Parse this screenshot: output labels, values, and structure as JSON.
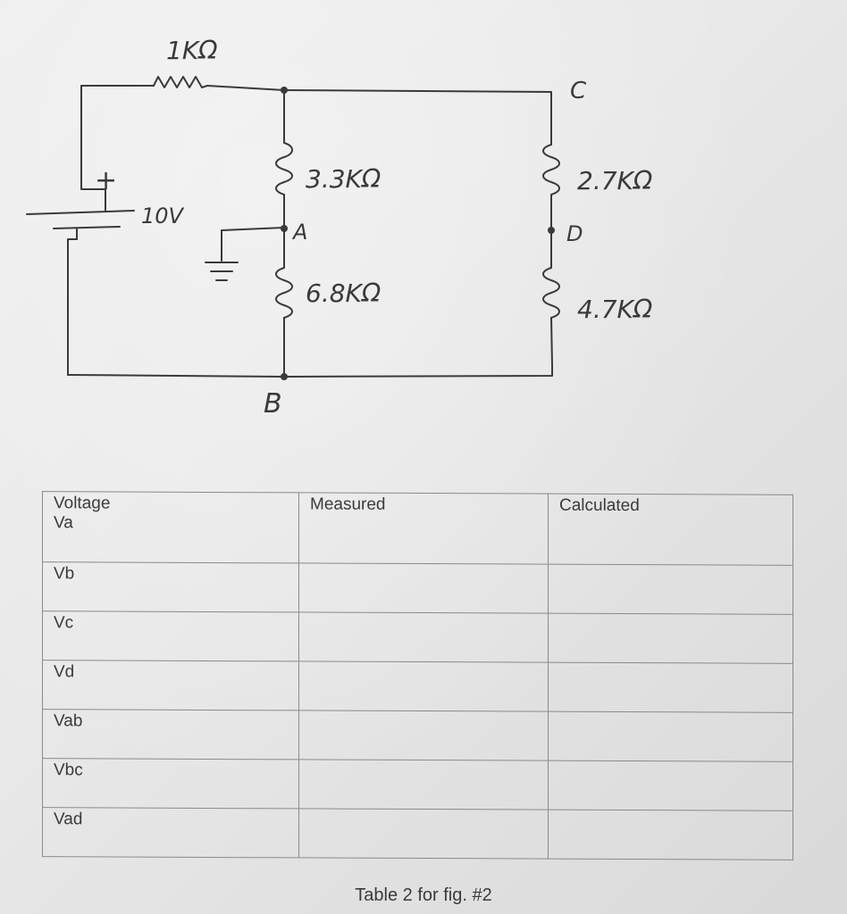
{
  "circuit": {
    "source_resistor": "1KΩ",
    "r_3_3k": "3.3KΩ",
    "r_6_8k": "6.8KΩ",
    "r_2_7k": "2.7KΩ",
    "r_4_7k": "4.7KΩ",
    "battery_plus": "+",
    "battery_voltage": "10V",
    "node_a": "A",
    "node_b": "B",
    "node_c": "C",
    "node_d": "D"
  },
  "table": {
    "headers": {
      "voltage": "Voltage",
      "measured": "Measured",
      "calculated": "Calculated"
    },
    "rows": [
      {
        "label": "Va",
        "measured": "",
        "calculated": ""
      },
      {
        "label": "Vb",
        "measured": "",
        "calculated": ""
      },
      {
        "label": "Vc",
        "measured": "",
        "calculated": ""
      },
      {
        "label": "Vd",
        "measured": "",
        "calculated": ""
      },
      {
        "label": "Vab",
        "measured": "",
        "calculated": ""
      },
      {
        "label": "Vbc",
        "measured": "",
        "calculated": ""
      },
      {
        "label": "Vad",
        "measured": "",
        "calculated": ""
      }
    ]
  },
  "caption": "Table 2 for fig. #2"
}
